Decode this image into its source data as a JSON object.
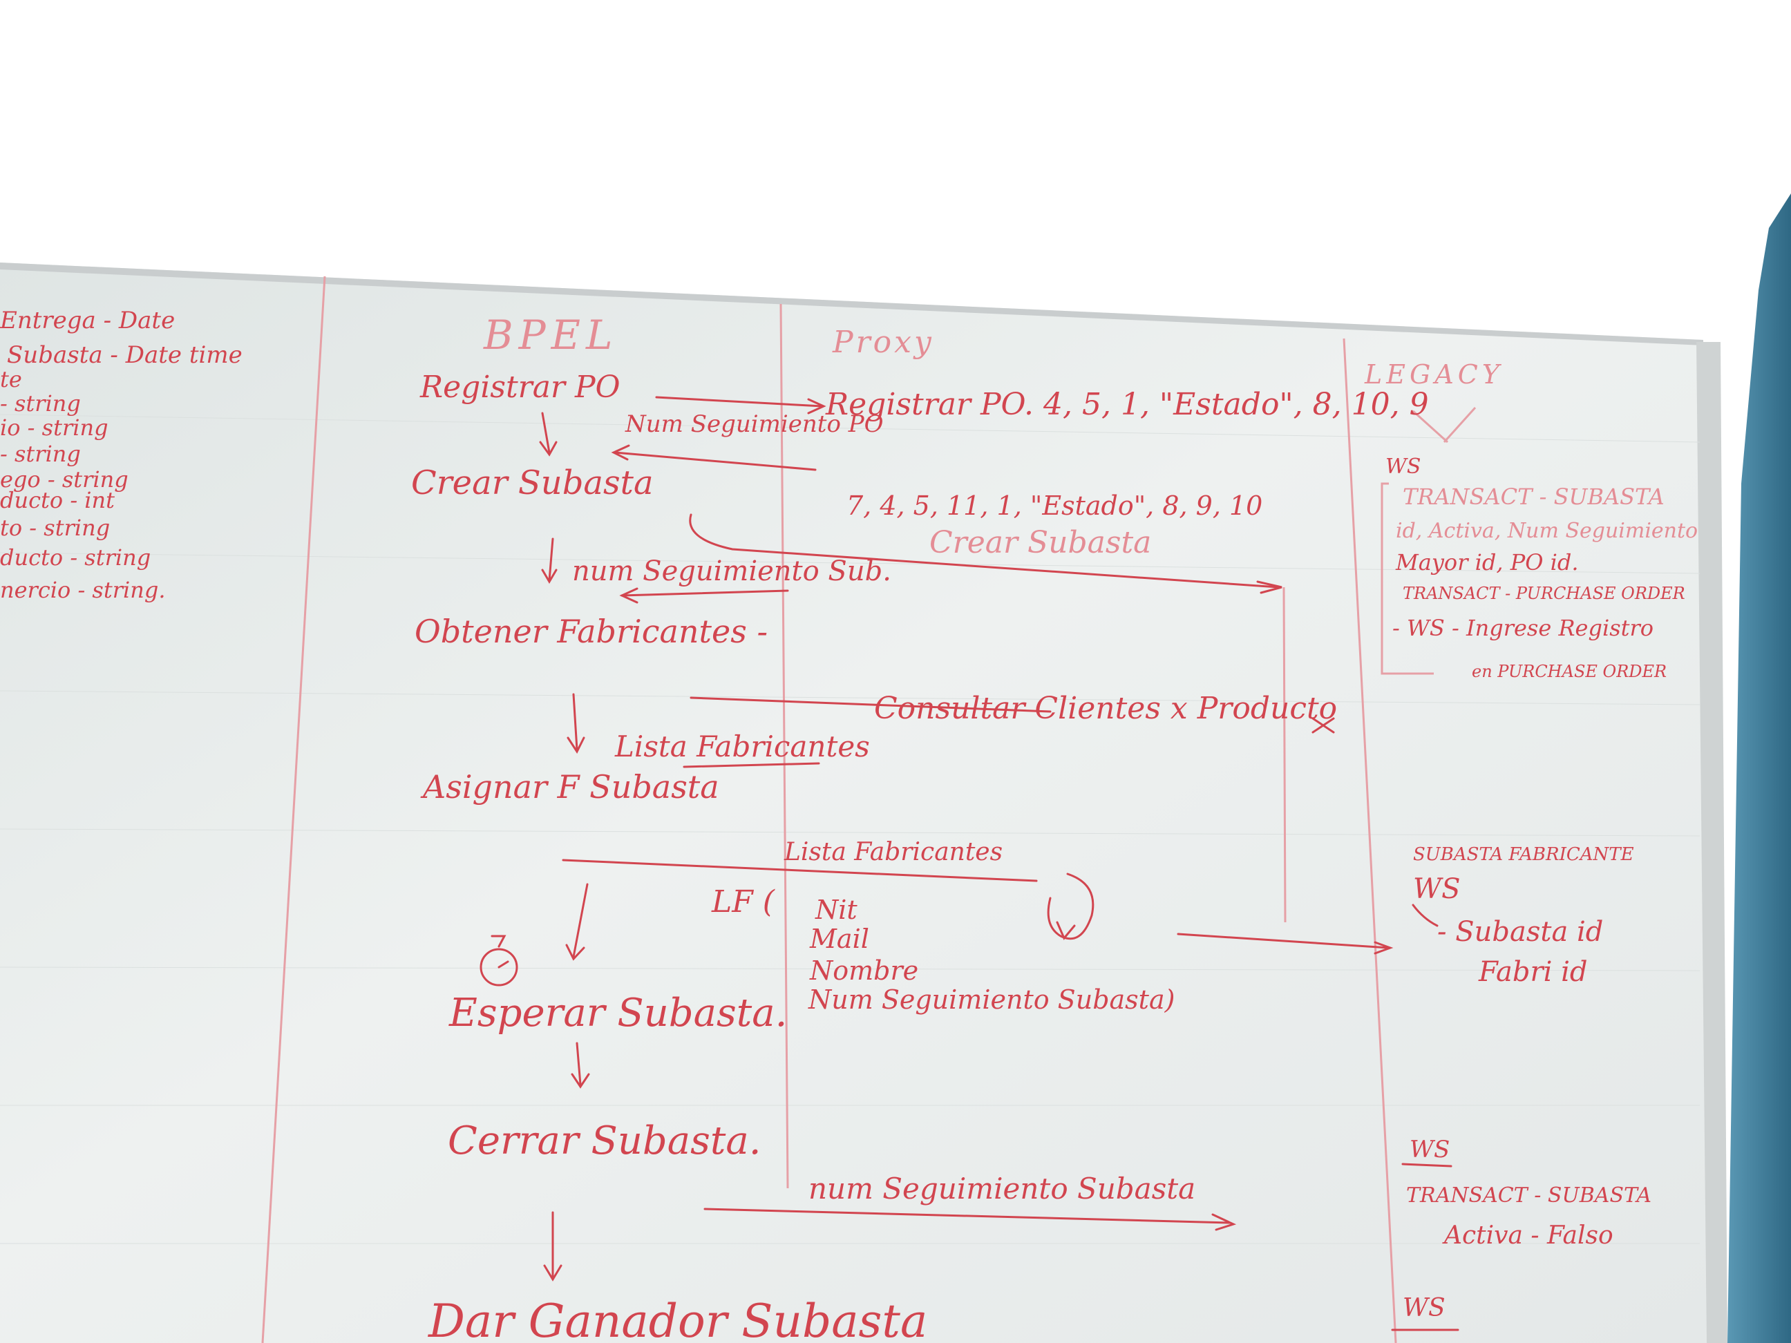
{
  "columns": {
    "bpel": "BPEL",
    "proxy": "Proxy",
    "legacy": "LEGACY"
  },
  "left_fields": [
    "Entrega - Date",
    "Subasta - Date time",
    "te",
    "- string",
    "io - string",
    "- string",
    "ego - string",
    "ducto - int",
    "to - string",
    "ducto - string",
    "nercio - string."
  ],
  "bpel_steps": {
    "registrar_po": "Registrar PO",
    "crear_subasta": "Crear Subasta",
    "obtener_fabricantes": "Obtener Fabricantes -",
    "asignar": "Asignar F Subasta",
    "esperar": "Esperar Subasta.",
    "cerrar": "Cerrar Subasta.",
    "dar_ganador": "Dar Ganador Subasta"
  },
  "messages": {
    "registrar_po_proxy": "Registrar PO. 4, 5, 1, \"Estado\", 8, 10, 9",
    "num_seguimiento_po": "Num Seguimiento PO",
    "crear_subasta_params": "7, 4, 5, 11, 1, \"Estado\", 8, 9, 10",
    "crear_subasta_proxy": "Crear Subasta",
    "num_seguimiento_sub": "num Seguimiento Sub.",
    "consultar": "Consultar Clientes x Producto",
    "lista_fabricantes": "Lista Fabricantes",
    "lista_fabricantes_2": "Lista Fabricantes",
    "lf_open": "LF (",
    "lf_fields": [
      "Nit",
      "Mail",
      "Nombre",
      "Num Seguimiento Subasta)"
    ],
    "num_seguimiento_subasta": "num Seguimiento Subasta"
  },
  "legacy_notes": [
    "WS",
    "TRANSACT - SUBASTA",
    "id, Activa, Num Seguimiento",
    "Mayor id, PO id.",
    "TRANSACT - PURCHASE ORDER",
    "- WS - Ingrese Registro",
    "en PURCHASE ORDER",
    "SUBASTA FABRICANTE",
    "WS",
    "- Subasta id",
    "Fabri id",
    "WS",
    "TRANSACT - SUBASTA",
    "Activa - Falso",
    "WS"
  ],
  "colors": {
    "marker": "#d2454f",
    "board": "#e9eded",
    "frame": "#c9cdce",
    "sky": "#ffffff",
    "curtain": "#3f7f9c"
  }
}
